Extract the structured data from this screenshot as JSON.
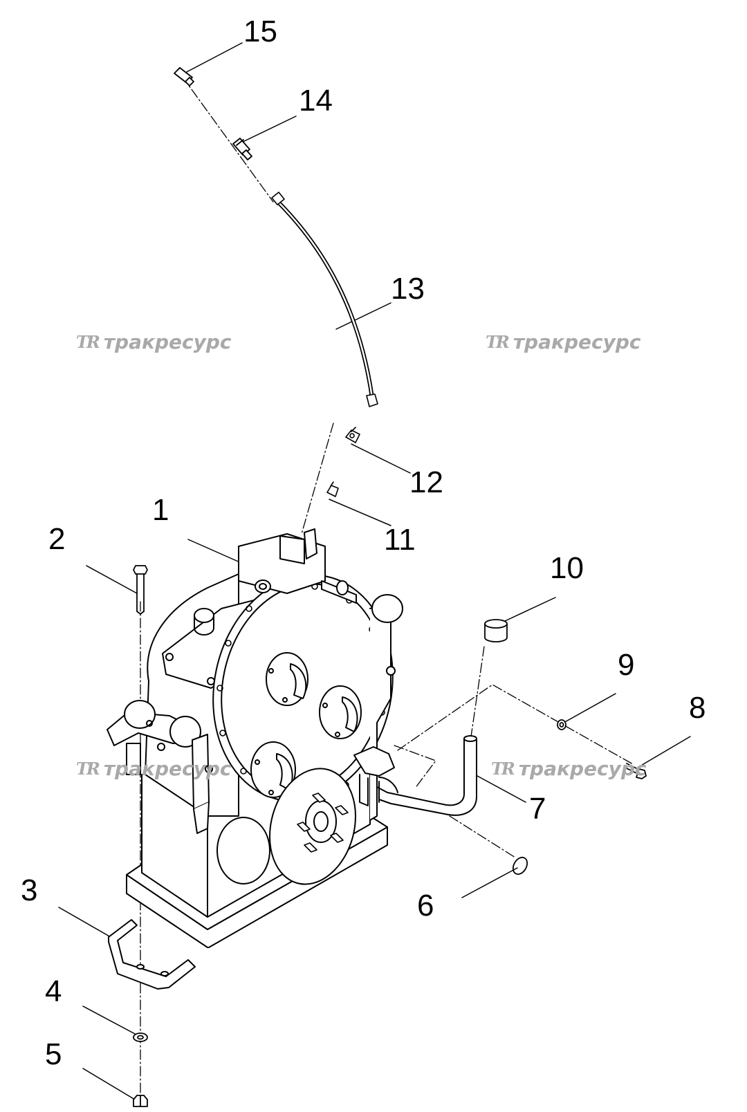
{
  "diagram": {
    "callouts": {
      "c1": "1",
      "c2": "2",
      "c3": "3",
      "c4": "4",
      "c5": "5",
      "c6": "6",
      "c7": "7",
      "c8": "8",
      "c9": "9",
      "c10": "10",
      "c11": "11",
      "c12": "12",
      "c13": "13",
      "c14": "14",
      "c15": "15"
    },
    "watermark": {
      "logo": "TR",
      "text": "тракресурс"
    },
    "colors": {
      "line": "#000000",
      "watermark": "#a9a9a9",
      "background": "#ffffff"
    }
  }
}
